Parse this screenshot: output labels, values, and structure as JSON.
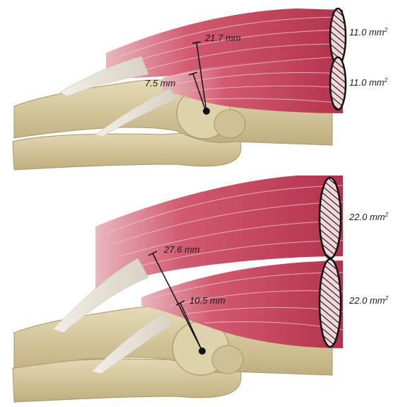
{
  "panels": [
    {
      "id": "top",
      "moment_arms": [
        {
          "value": "21.7",
          "unit": "mm"
        },
        {
          "value": "7.5",
          "unit": "mm"
        }
      ],
      "cross_sections": [
        {
          "value": "11.0",
          "unit": "mm",
          "exp": "2"
        },
        {
          "value": "11.0",
          "unit": "mm",
          "exp": "2"
        }
      ]
    },
    {
      "id": "bottom",
      "moment_arms": [
        {
          "value": "27.6",
          "unit": "mm"
        },
        {
          "value": "10.5",
          "unit": "mm"
        }
      ],
      "cross_sections": [
        {
          "value": "22.0",
          "unit": "mm",
          "exp": "2"
        },
        {
          "value": "22.0",
          "unit": "mm",
          "exp": "2"
        }
      ]
    }
  ],
  "colors": {
    "muscle": "#c8405a",
    "muscle_dark": "#a82a45",
    "muscle_light": "#e07a8c",
    "tendon": "#ece6da",
    "bone": "#d8caa0",
    "bone_shade": "#b8a67a",
    "ink": "#111111"
  }
}
